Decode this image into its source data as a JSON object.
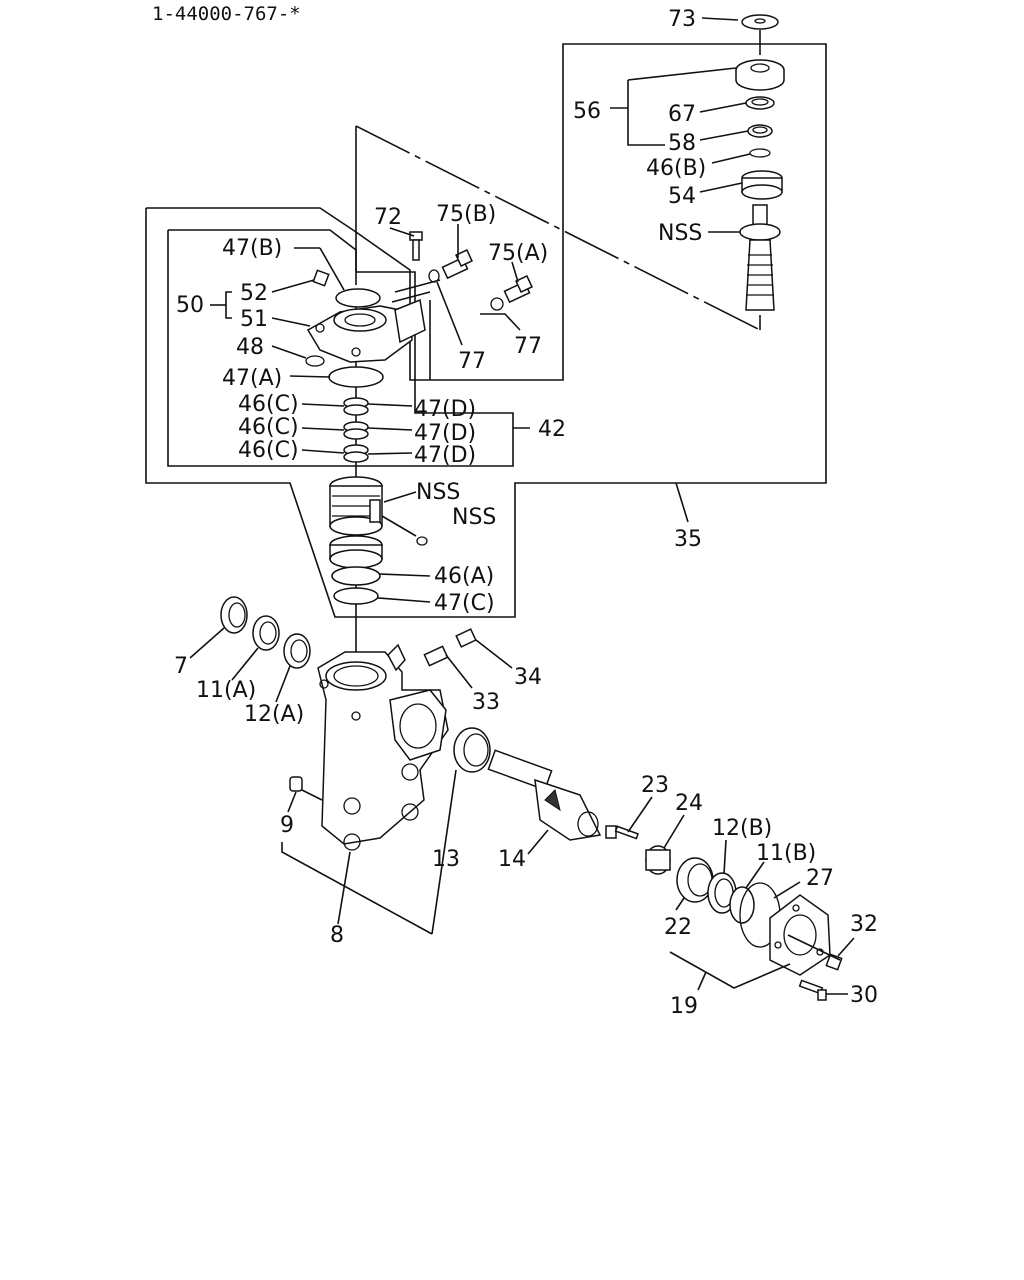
{
  "diagram": {
    "code": "1-44000-767-*",
    "labels": {
      "l73": "73",
      "l56": "56",
      "l67": "67",
      "l58": "58",
      "l46b": "46(B)",
      "l54": "54",
      "lnss_top": "NSS",
      "l72": "72",
      "l75b": "75(B)",
      "l75a": "75(A)",
      "l47b": "47(B)",
      "l50": "50",
      "l52": "52",
      "l51": "51",
      "l48": "48",
      "l47a": "47(A)",
      "l77a": "77",
      "l77b": "77",
      "l46c1": "46(C)",
      "l46c2": "46(C)",
      "l46c3": "46(C)",
      "l47d1": "47(D)",
      "l47d2": "47(D)",
      "l47d3": "47(D)",
      "l42": "42",
      "lnss_mid1": "NSS",
      "lnss_mid2": "NSS",
      "l35": "35",
      "l46a": "46(A)",
      "l47c": "47(C)",
      "l7": "7",
      "l11a": "11(A)",
      "l12a": "12(A)",
      "l34": "34",
      "l33": "33",
      "l9": "9",
      "l13": "13",
      "l14": "14",
      "l23": "23",
      "l24": "24",
      "l12b": "12(B)",
      "l11b": "11(B)",
      "l27": "27",
      "l22": "22",
      "l32": "32",
      "l19": "19",
      "l30": "30",
      "l8": "8"
    }
  }
}
